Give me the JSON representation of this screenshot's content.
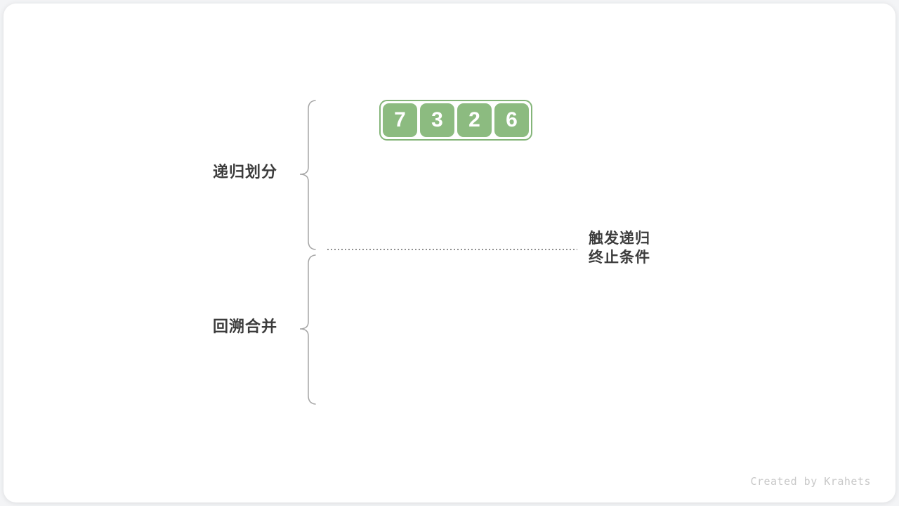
{
  "page": {
    "watermark": "Created by Krahets"
  },
  "diagram": {
    "array": {
      "values": [
        "7",
        "3",
        "2",
        "6"
      ]
    },
    "phase_labels": {
      "divide": "递归划分",
      "merge": "回溯合并"
    },
    "divider_annotation": {
      "line1": "触发递归",
      "line2": "终止条件"
    },
    "colors": {
      "node_fill": "#8cbb80",
      "node_border": "#84b579",
      "label_text": "#3c3c3c",
      "brace_stroke": "#a6a6a6",
      "divider_dots": "#8f8f8f",
      "watermark_text": "#c8c8c8",
      "card_background": "#ffffff"
    }
  }
}
